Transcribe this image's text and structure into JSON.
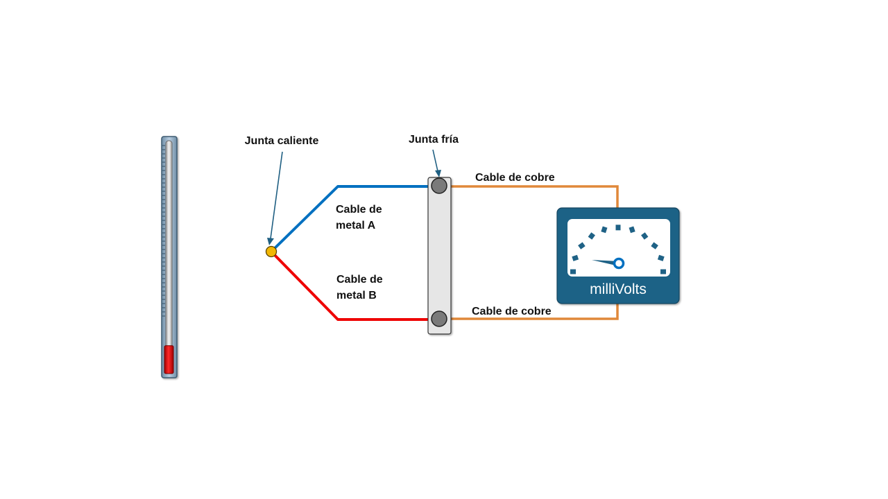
{
  "labels": {
    "hot_junction": "Junta caliente",
    "cold_junction": "Junta fría",
    "copper_top": "Cable de cobre",
    "copper_bottom": "Cable de cobre",
    "metal_a_line1": "Cable de",
    "metal_a_line2": "metal A",
    "metal_b_line1": "Cable de",
    "metal_b_line2": "metal B",
    "meter_unit": "milliVolts"
  },
  "thermometer": {
    "level": 0.12
  },
  "meter": {
    "tick_count": 11
  },
  "colors": {
    "metal_a": "#0070c0",
    "metal_b": "#ee0000",
    "copper": "#e0883a",
    "meter_body": "#1f6286",
    "meter_ticks": "#1f6286",
    "hot_junction": "#f2b705",
    "terminal": "#7a7a7a",
    "mercury": "#e00000"
  },
  "icons": [
    "thermometer-icon",
    "voltmeter-icon",
    "terminal-block",
    "hot-junction-dot"
  ]
}
